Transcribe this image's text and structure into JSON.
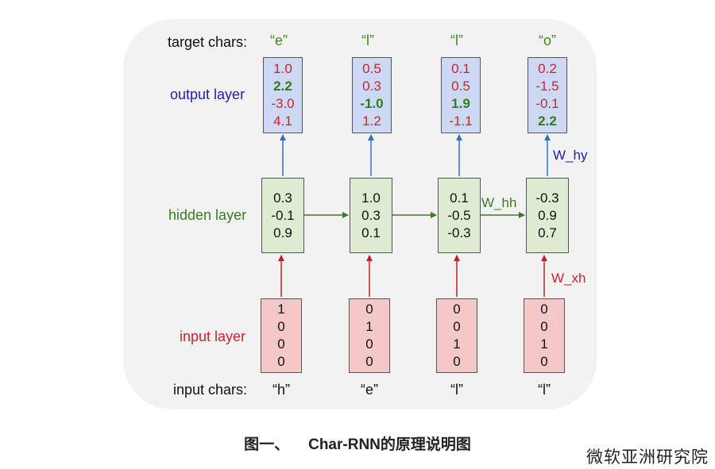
{
  "row_labels": {
    "target_chars": "target chars:",
    "output_layer": "output layer",
    "hidden_layer": "hidden layer",
    "input_layer": "input layer",
    "input_chars": "input chars:"
  },
  "target_chars": [
    "“e”",
    "“l”",
    "“l”",
    "“o”"
  ],
  "input_chars": [
    "“h”",
    "“e”",
    "“l”",
    "“l”"
  ],
  "output_layer": [
    {
      "values": [
        "1.0",
        "2.2",
        "-3.0",
        "4.1"
      ],
      "highlight_index": 1
    },
    {
      "values": [
        "0.5",
        "0.3",
        "-1.0",
        "1.2"
      ],
      "highlight_index": 2
    },
    {
      "values": [
        "0.1",
        "0.5",
        "1.9",
        "-1.1"
      ],
      "highlight_index": 2
    },
    {
      "values": [
        "0.2",
        "-1.5",
        "-0.1",
        "2.2"
      ],
      "highlight_index": 3
    }
  ],
  "hidden_layer": [
    {
      "values": [
        "0.3",
        "-0.1",
        "0.9"
      ]
    },
    {
      "values": [
        "1.0",
        "0.3",
        "0.1"
      ]
    },
    {
      "values": [
        "0.1",
        "-0.5",
        "-0.3"
      ]
    },
    {
      "values": [
        "-0.3",
        "0.9",
        "0.7"
      ]
    }
  ],
  "input_layer": [
    {
      "values": [
        "1",
        "0",
        "0",
        "0"
      ]
    },
    {
      "values": [
        "0",
        "1",
        "0",
        "0"
      ]
    },
    {
      "values": [
        "0",
        "0",
        "1",
        "0"
      ]
    },
    {
      "values": [
        "0",
        "0",
        "1",
        "0"
      ]
    }
  ],
  "weights": {
    "w_hy": "W_hy",
    "w_hh": "W_hh",
    "w_xh": "W_xh"
  },
  "caption": {
    "prefix": "图一、",
    "text": "Char-RNN的原理说明图"
  },
  "watermark": "微软亚洲研究院",
  "colors": {
    "output_box": "#cdd9f4",
    "hidden_box": "#dcebd2",
    "input_box": "#f4c8c8",
    "output_arrow": "#2f6fcf",
    "hidden_arrow": "#3a7d1c",
    "input_arrow": "#c0202a"
  }
}
